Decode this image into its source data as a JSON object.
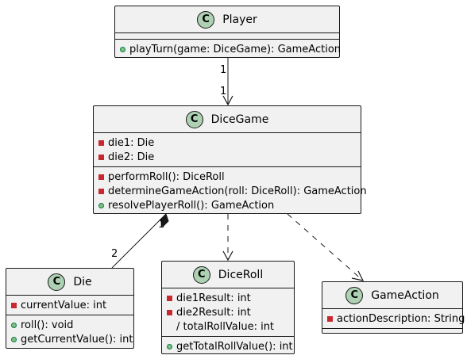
{
  "classes": {
    "player": {
      "name": "Player",
      "fields": [],
      "methods": [
        {
          "vis": "public",
          "text": "playTurn(game: DiceGame): GameAction"
        }
      ]
    },
    "dicegame": {
      "name": "DiceGame",
      "fields": [
        {
          "vis": "private",
          "text": "die1: Die"
        },
        {
          "vis": "private",
          "text": "die2: Die"
        }
      ],
      "methods": [
        {
          "vis": "private",
          "text": "performRoll(): DiceRoll"
        },
        {
          "vis": "private",
          "text": "determineGameAction(roll: DiceRoll): GameAction"
        },
        {
          "vis": "public",
          "text": "resolvePlayerRoll(): GameAction"
        }
      ]
    },
    "die": {
      "name": "Die",
      "fields": [
        {
          "vis": "private",
          "text": "currentValue: int"
        }
      ],
      "methods": [
        {
          "vis": "public",
          "text": "roll(): void"
        },
        {
          "vis": "public",
          "text": "getCurrentValue(): int"
        }
      ]
    },
    "diceroll": {
      "name": "DiceRoll",
      "fields": [
        {
          "vis": "private",
          "text": "die1Result: int"
        },
        {
          "vis": "private",
          "text": "die2Result: int"
        },
        {
          "vis": "none",
          "text": "/ totalRollValue: int"
        }
      ],
      "methods": [
        {
          "vis": "public",
          "text": "getTotalRollValue(): int"
        }
      ]
    },
    "gameaction": {
      "name": "GameAction",
      "fields": [
        {
          "vis": "private",
          "text": "actionDescription: String"
        }
      ],
      "methods": []
    }
  },
  "stereotype_letter": "C",
  "relations": [
    {
      "from": "Player",
      "to": "DiceGame",
      "kind": "association",
      "source_mult": "1",
      "target_mult": "1"
    },
    {
      "from": "DiceGame",
      "to": "Die",
      "kind": "composition",
      "source_mult": "1",
      "target_mult": "2"
    },
    {
      "from": "DiceGame",
      "to": "DiceRoll",
      "kind": "dependency"
    },
    {
      "from": "DiceGame",
      "to": "GameAction",
      "kind": "dependency"
    }
  ],
  "colors": {
    "class_fill": "#f1f1f1",
    "class_border": "#181818",
    "stereotype_circle": "#add1b2",
    "private_marker": "#c82930",
    "public_marker": "#84be84"
  }
}
